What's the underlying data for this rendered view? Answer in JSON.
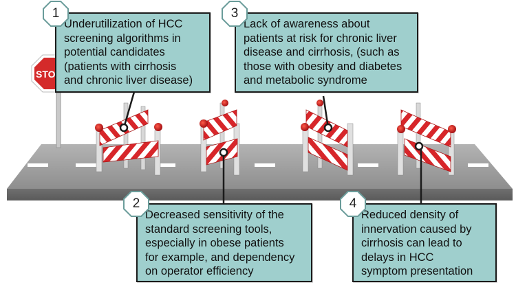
{
  "sign": {
    "text": "STO"
  },
  "callouts": [
    {
      "number": "1",
      "text": "Underutilization of HCC\nscreening algorithms in\npotential candidates\n(patients with cirrhosis\nand chronic liver disease)"
    },
    {
      "number": "2",
      "text": "Decreased sensitivity of the\nstandard screening tools,\nespecially in obese patients\nfor example, and dependency\non operator efficiency"
    },
    {
      "number": "3",
      "text": "Lack of awareness about\npatients at risk for chronic liver\ndisease and cirrhosis, (such as\nthose with obesity and diabetes\nand metabolic syndrome"
    },
    {
      "number": "4",
      "text": "Reduced density of\ninnervation caused by\ncirrhosis can lead to\ndelays in HCC\nsymptom presentation"
    }
  ],
  "colors": {
    "callout_fill": "#9fcfcd",
    "road": "#9a9a9a",
    "barrier_red": "#d7262a",
    "sign_red": "#d42a2a"
  }
}
